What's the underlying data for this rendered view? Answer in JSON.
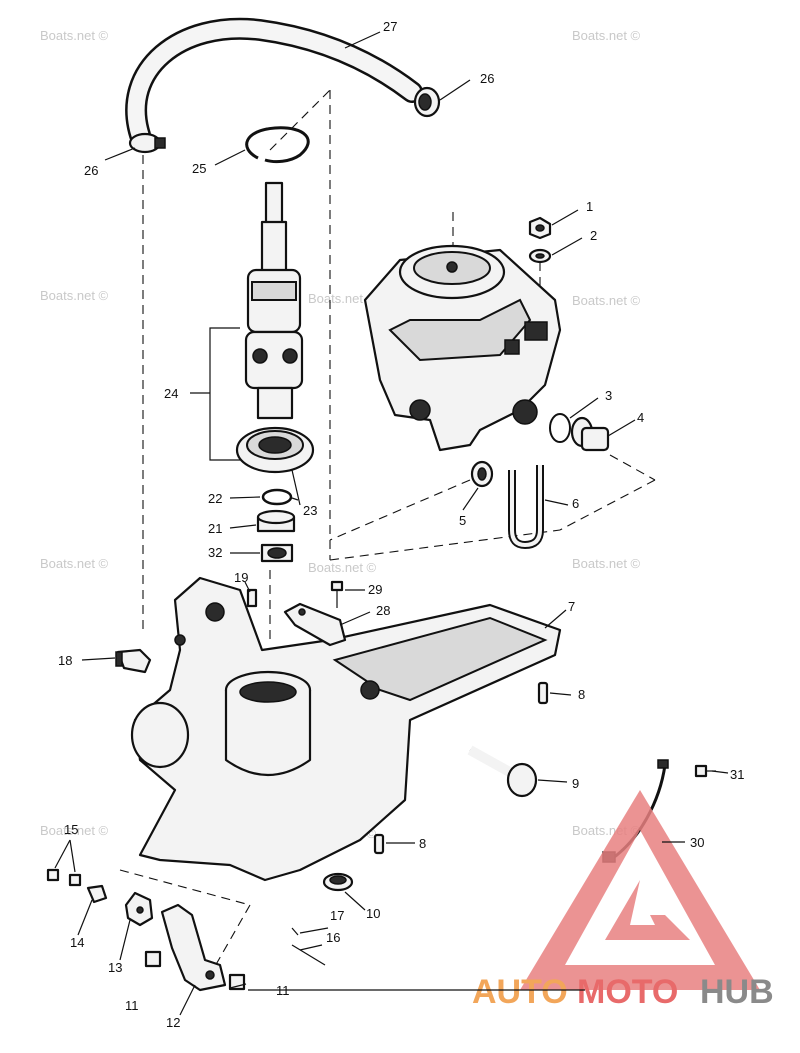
{
  "watermark": {
    "text": "Boats.net ©"
  },
  "logo": {
    "part1": "AUTO",
    "part2": "MOTO",
    "part3": "HUB",
    "colors": {
      "auto": "#f2a65a",
      "moto": "#e86a6a",
      "hub": "#8a8a8a",
      "triangle": "#e88080"
    }
  },
  "callouts": {
    "c1": "1",
    "c2": "2",
    "c3": "3",
    "c4": "4",
    "c5": "5",
    "c6": "6",
    "c7": "7",
    "c8a": "8",
    "c8b": "8",
    "c9": "9",
    "c10": "10",
    "c11a": "11",
    "c11b": "11",
    "c12": "12",
    "c13": "13",
    "c14": "14",
    "c15": "15",
    "c16": "16",
    "c17": "17",
    "c18": "18",
    "c19": "19",
    "c21": "21",
    "c22": "22",
    "c23": "23",
    "c24": "24",
    "c25": "25",
    "c26a": "26",
    "c26b": "26",
    "c27": "27",
    "c28": "28",
    "c29": "29",
    "c30": "30",
    "c31": "31",
    "c32": "32"
  }
}
